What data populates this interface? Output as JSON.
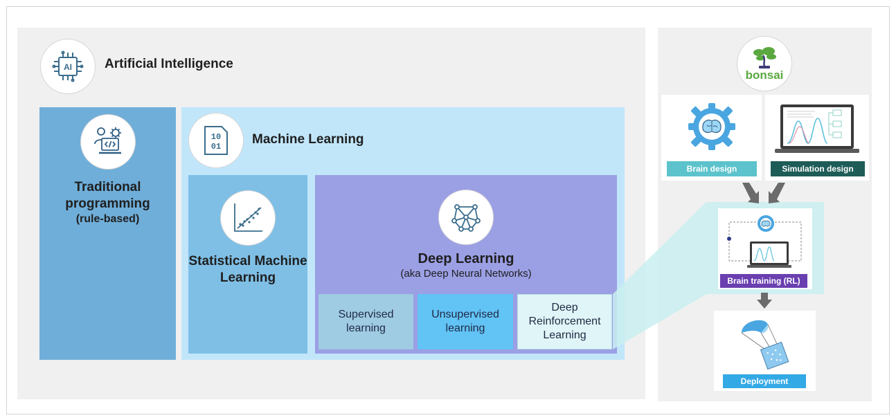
{
  "ai": {
    "title": "Artificial Intelligence",
    "icon_text": "AI"
  },
  "traditional": {
    "line1": "Traditional",
    "line2": "programming",
    "line3": "(rule-based)"
  },
  "ml": {
    "title": "Machine Learning",
    "icon_text_top": "10",
    "icon_text_bottom": "01"
  },
  "statistical": {
    "line1": "Statistical Machine",
    "line2": "Learning"
  },
  "deep": {
    "title": "Deep Learning",
    "subtitle": "(aka Deep Neural Networks)"
  },
  "sub": {
    "supervised": [
      "Supervised",
      "learning"
    ],
    "unsupervised": [
      "Unsupervised",
      "learning"
    ],
    "drl": [
      "Deep",
      "Reinforcement",
      "Learning"
    ]
  },
  "bonsai": {
    "logo_text": "bonsai",
    "brain_design": "Brain design",
    "simulation_design": "Simulation design",
    "brain_training": "Brain training (RL)",
    "deployment": "Deployment"
  },
  "colors": {
    "traditional": "#6faed9",
    "machine_learning": "#c1e6fa",
    "statistical": "#7fbfe6",
    "deep_learning": "#9b9fe4",
    "supervised": "#9fcbe3",
    "unsupervised": "#62c3f5",
    "drl": "#e0f5f7",
    "brain_design_tag": "#5cc3cc",
    "simulation_tag": "#1e5c58",
    "training_tag": "#6a3fb0",
    "deployment_tag": "#33a9e6"
  }
}
